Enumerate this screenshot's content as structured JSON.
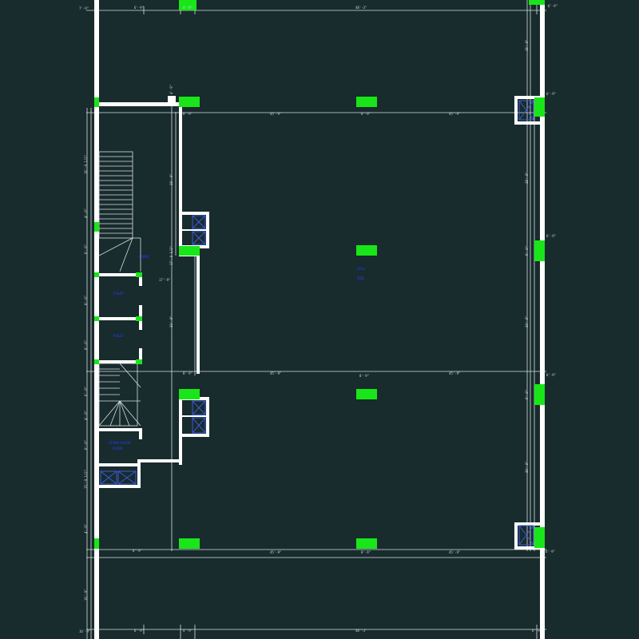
{
  "colors": {
    "background": "#182b2d",
    "wall": "#ffffff",
    "column": "#19e619",
    "dimension_line": "#d9e0e0",
    "room_label": "#2a3dff"
  },
  "dimensions": {
    "top_bay_left": "6'-9\"",
    "top_bay_mid": "4'-9\"",
    "top_span": "48'-3\"",
    "top_bay_right": "6'-9\"",
    "grid_a_1": "8'-9\"",
    "grid_a_2": "45'-9\"",
    "grid_a_3": "8'-9\"",
    "grid_a_4": "45'-9\"",
    "grid_b_1": "8'-9\"",
    "grid_b_2": "45'-9\"",
    "grid_b_3": "8'-9\"",
    "grid_b_4": "45'-9\"",
    "grid_c_1": "17'-9\"",
    "grid_c_2": "8'-9\"",
    "grid_c_3": "45'-9\"",
    "grid_c_4": "8'-9\"",
    "grid_c_5": "45'-9\"",
    "bottom_bay_left": "6'-9\"",
    "bottom_bay_mid": "4'-9\"",
    "bottom_span": "48'-3\"",
    "bottom_bay_right": "6'-9\"",
    "left_top": "7'-9\"",
    "left_stair": "16'-9 1/2\"",
    "left_1": "4'-9\"",
    "left_2": "6'-9\"",
    "left_3": "8'-9\"",
    "left_4": "8'-9\"",
    "left_5": "6'-9\"",
    "left_6": "4'-9\"",
    "left_7": "6'-9\"",
    "left_8": "15'-9 1/2\"",
    "left_9": "4'-9\"",
    "left_bottom": "16'-9\"",
    "inner_top": "4'-9\"",
    "inner_vert": "28'-9\"",
    "inner_mid": "17'-9 1/2\"",
    "inner_vert2": "39'-9\"",
    "right_top": "16'-9\"",
    "right_1": "28'-9\"",
    "right_2": "6'-9\"",
    "right_3": "39'-9\"",
    "right_4": "6'-9\"",
    "right_5": "39'-9\"",
    "right_tag_1": "6'-9\"",
    "right_tag_2": "6'-9\"",
    "right_tag_3": "6'-9\"",
    "right_tag_4": "6'-9\""
  },
  "rooms": {
    "lobby": "LOBBY",
    "toilet_1": "TOILET",
    "toilet_2": "TOILET",
    "main_hall": "HALL",
    "main_hall_size": "SIZE",
    "store": "STORE ROOM",
    "store_sub": "ROOM"
  }
}
